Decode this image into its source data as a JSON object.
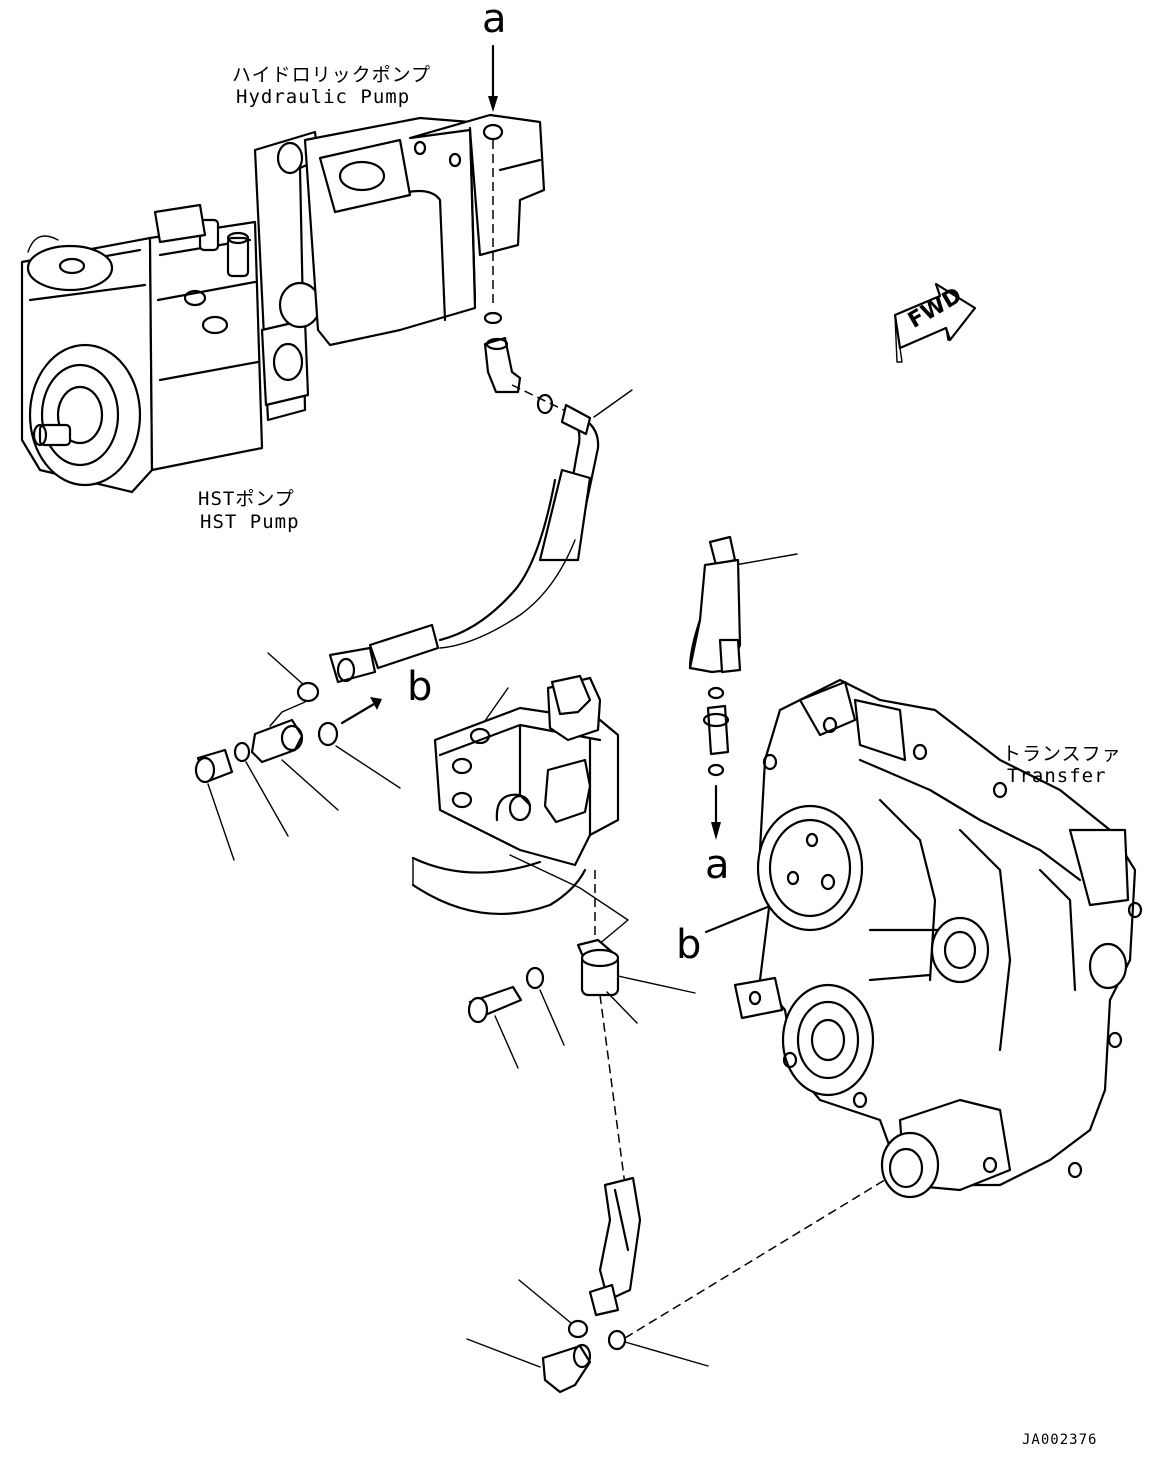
{
  "labels": {
    "hydraulic_pump_jp": "ハイドロリックポンプ",
    "hydraulic_pump_en": "Hydraulic Pump",
    "hst_pump_jp": "HSTポンプ",
    "hst_pump_en": "HST Pump",
    "transfer_jp": "トランスファ",
    "transfer_en": "Transfer",
    "ref_a": "a",
    "ref_b": "b",
    "fwd": "FWD",
    "drawing_code": "JA002376"
  }
}
